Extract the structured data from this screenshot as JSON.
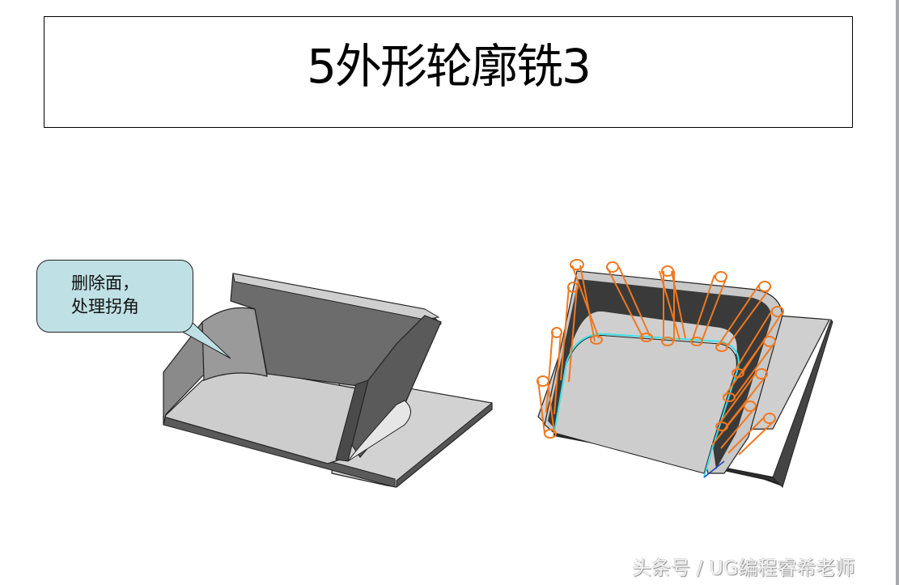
{
  "slide": {
    "title": "5外形轮廓铣3",
    "callout": {
      "line1": "删除面，",
      "line2": "处理拐角",
      "fill_color": "#bfe0e4"
    },
    "figures": [
      {
        "name": "part-model-faces-removed",
        "description": "3D part model with deleted face and corner processing"
      },
      {
        "name": "toolpath-preview",
        "description": "Contour milling toolpath (orange tool cylinders, cyan path) on part"
      }
    ],
    "colors": {
      "toolpath": "#f07820",
      "path_line": "#40e0e8",
      "part_dark": "#3a3a3a",
      "part_mid": "#6e6e6e",
      "part_light": "#cfcfcf"
    }
  },
  "watermark": "头条号 / UG编程睿希老师"
}
